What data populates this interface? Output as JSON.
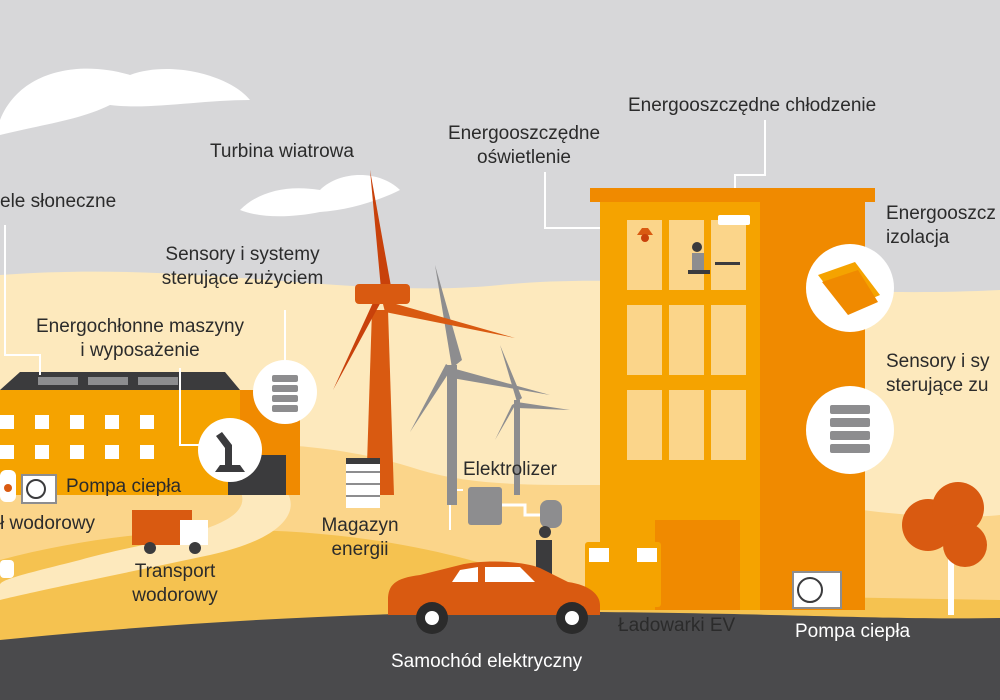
{
  "labels": {
    "solar_panels": "ele słoneczne",
    "wind_turbine": "Turbina wiatrowa",
    "sensors_left": [
      "Sensory i systemy",
      "sterujące zużyciem"
    ],
    "machines": [
      "Energochłonne maszyny",
      "i wyposażenie"
    ],
    "heat_pump_left": "Pompa ciepła",
    "hydrogen_left": "ł wodorowy",
    "hydrogen_transport": [
      "Transport",
      "wodorowy"
    ],
    "energy_storage": [
      "Magazyn",
      "energii"
    ],
    "electrolyzer": "Elektrolizer",
    "electric_car": "Samochód elektryczny",
    "ev_chargers": "Ładowarki EV",
    "heat_pump_right": "Pompa ciepła",
    "efficient_lighting": [
      "Energooszczędne",
      "oświetlenie"
    ],
    "efficient_cooling": "Energooszczędne chłodzenie",
    "efficient_insulation": [
      "Energooszcz",
      "izolacja"
    ],
    "sensors_right": [
      "Sensory i sy",
      "sterujące zu"
    ]
  },
  "colors": {
    "sky": "#d7d7d9",
    "cloud": "#ffffff",
    "orange": "#f5a300",
    "light_orange": "#fbd58a",
    "pale": "#fde9bd",
    "dark_orange": "#d95a11",
    "red_orange": "#c8410b",
    "gray": "#8d8d8f",
    "dark": "#3b3b3d",
    "road": "#4a4a4c"
  },
  "icons": [
    "layers-stack-icon",
    "robot-arm-icon",
    "folder-insulation-icon",
    "fan-icon",
    "lamp-icon",
    "ac-unit-icon",
    "truck-icon",
    "car-icon",
    "charger-icon"
  ]
}
